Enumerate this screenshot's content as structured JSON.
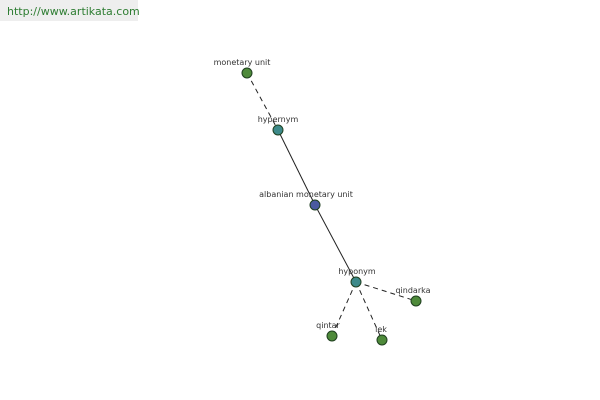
{
  "header": {
    "source_url": "http://www.artikata.com"
  },
  "graph": {
    "nodes": [
      {
        "id": "monetary-unit",
        "label": "monetary unit",
        "color": "#4e8a3a"
      },
      {
        "id": "hypernym",
        "label": "hypernym",
        "color": "#3d8a8a"
      },
      {
        "id": "albanian-monetary-unit",
        "label": "albanian monetary unit",
        "color": "#4a5aa0"
      },
      {
        "id": "hyponym",
        "label": "hyponym",
        "color": "#3d8a8a"
      },
      {
        "id": "qindarka",
        "label": "qindarka",
        "color": "#4e8a3a"
      },
      {
        "id": "qintar",
        "label": "qintar",
        "color": "#4e8a3a"
      },
      {
        "id": "lek",
        "label": "lek",
        "color": "#4e8a3a"
      }
    ],
    "edges": [
      {
        "from": "monetary-unit",
        "to": "hypernym",
        "style": "dashed"
      },
      {
        "from": "hypernym",
        "to": "albanian-monetary-unit",
        "style": "solid"
      },
      {
        "from": "albanian-monetary-unit",
        "to": "hyponym",
        "style": "solid"
      },
      {
        "from": "hyponym",
        "to": "qindarka",
        "style": "dashed"
      },
      {
        "from": "hyponym",
        "to": "qintar",
        "style": "dashed"
      },
      {
        "from": "hyponym",
        "to": "lek",
        "style": "dashed"
      }
    ]
  }
}
